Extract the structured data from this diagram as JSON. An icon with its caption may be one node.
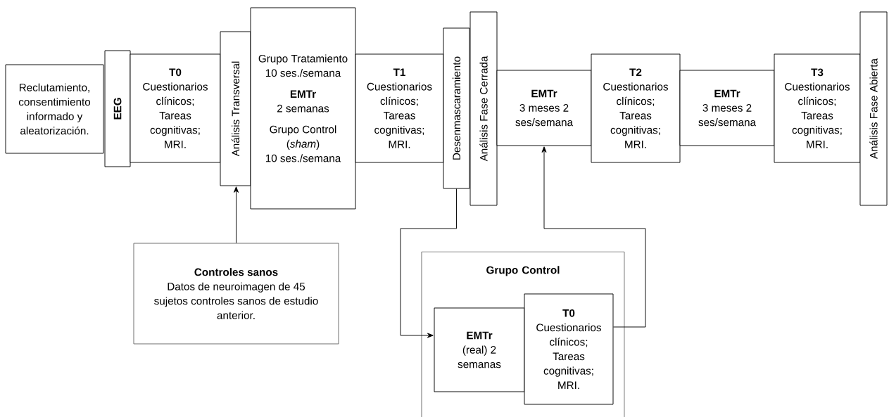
{
  "diagram": {
    "nodes": [
      {
        "text": [
          "Reclutamiento, consentimiento informado y aleatorización."
        ]
      },
      {
        "text": [
          "EEG"
        ]
      },
      {
        "text": [
          "T0",
          "Cuestionarios clínicos; Tareas cognitivas; MRI."
        ]
      },
      {
        "text": [
          "Análisis Transversal"
        ]
      },
      {
        "text": [
          "Grupo Tratamiento",
          "10 ses./semana",
          "EMTr",
          "2 semanas",
          "Grupo Control (*sham*)",
          "10 ses./semana"
        ]
      },
      {
        "text": [
          "T1",
          "Cuestionarios clínicos; Tareas cognitivas; MRI."
        ]
      },
      {
        "text": [
          "Desenmascaramiento"
        ]
      },
      {
        "text": [
          "Análisis Fase Cerrada"
        ]
      },
      {
        "text": [
          "EMTr",
          "3 meses 2 ses/semana"
        ]
      },
      {
        "text": [
          "T2",
          "Cuestionarios clínicos; Tareas cognitivas; MRI."
        ]
      },
      {
        "text": [
          "EMTr",
          "3 meses 2 ses/semana"
        ]
      },
      {
        "text": [
          "T3",
          "Cuestionarios clínicos; Tareas cognitivas; MRI."
        ]
      },
      {
        "text": [
          "Análisis Fase Abierta"
        ]
      },
      {
        "text": [
          "Controles sanos",
          "Datos de neuroimagen de 45 sujetos controles sanos de estudio anterior."
        ]
      },
      {
        "text": [
          "Grupo Control"
        ]
      },
      {
        "text": [
          "EMTr",
          "(real) 2 semanas"
        ],
        "in": 14
      },
      {
        "text": [
          "T0",
          "Cuestionarios clínicos; Tareas cognitivas; MRI."
        ],
        "in": 14
      }
    ],
    "edges": [
      {
        "from": 13,
        "to": 3,
        "arrow": "to"
      },
      {
        "from": 6,
        "to": 15,
        "arrow": "to"
      },
      {
        "from": 16,
        "to": 8,
        "arrow": "to"
      }
    ]
  }
}
